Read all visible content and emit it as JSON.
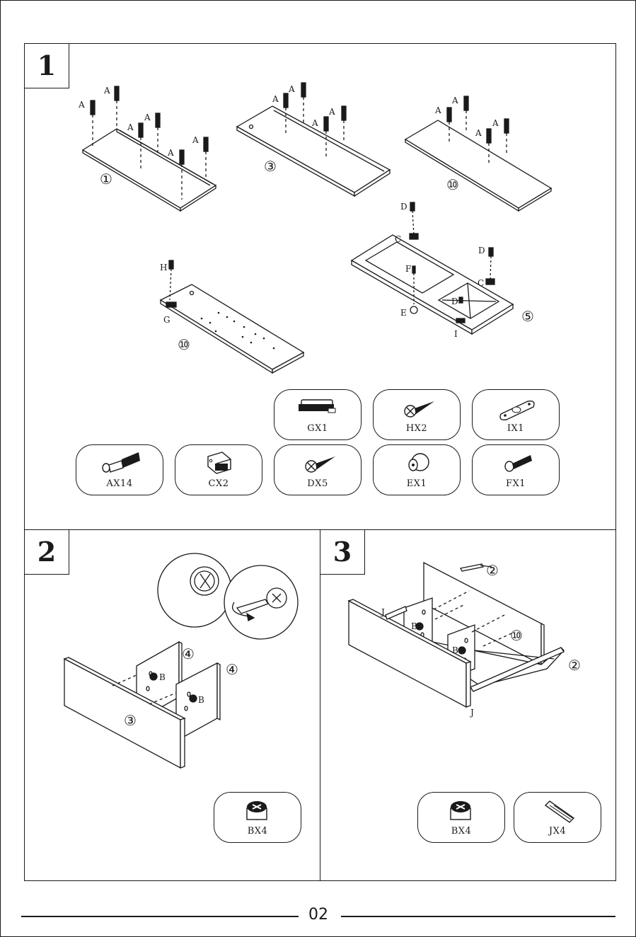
{
  "steps": [
    {
      "number": "1"
    },
    {
      "number": "2"
    },
    {
      "number": "3"
    }
  ],
  "step1": {
    "panel_labels": [
      "①",
      "③",
      "⑩",
      "⑩",
      "⑤"
    ],
    "hardware_letters": {
      "a": "A",
      "c": "C",
      "d": "D",
      "e": "E",
      "f": "F",
      "g": "G",
      "h": "H",
      "i": "I"
    },
    "parts": [
      {
        "label": "GX1",
        "icon": "magnetic-catch-icon"
      },
      {
        "label": "HX2",
        "icon": "screw-icon"
      },
      {
        "label": "IX1",
        "icon": "catch-plate-icon"
      },
      {
        "label": "AX14",
        "icon": "cam-bolt-icon"
      },
      {
        "label": "CX2",
        "icon": "hinge-icon"
      },
      {
        "label": "DX5",
        "icon": "screw-icon"
      },
      {
        "label": "EX1",
        "icon": "knob-icon"
      },
      {
        "label": "FX1",
        "icon": "bolt-icon"
      }
    ]
  },
  "step2": {
    "panel_labels": [
      "④",
      "④",
      "③"
    ],
    "hardware_letters": {
      "b": "B"
    },
    "parts": [
      {
        "label": "BX4",
        "icon": "cam-lock-icon"
      }
    ]
  },
  "step3": {
    "panel_labels": [
      "②",
      "⑩",
      "②"
    ],
    "hardware_letters": {
      "b": "B",
      "j": "J"
    },
    "parts": [
      {
        "label": "BX4",
        "icon": "cam-lock-icon"
      },
      {
        "label": "JX4",
        "icon": "wooden-dowel-icon"
      }
    ]
  },
  "footer": {
    "page_number": "02"
  }
}
